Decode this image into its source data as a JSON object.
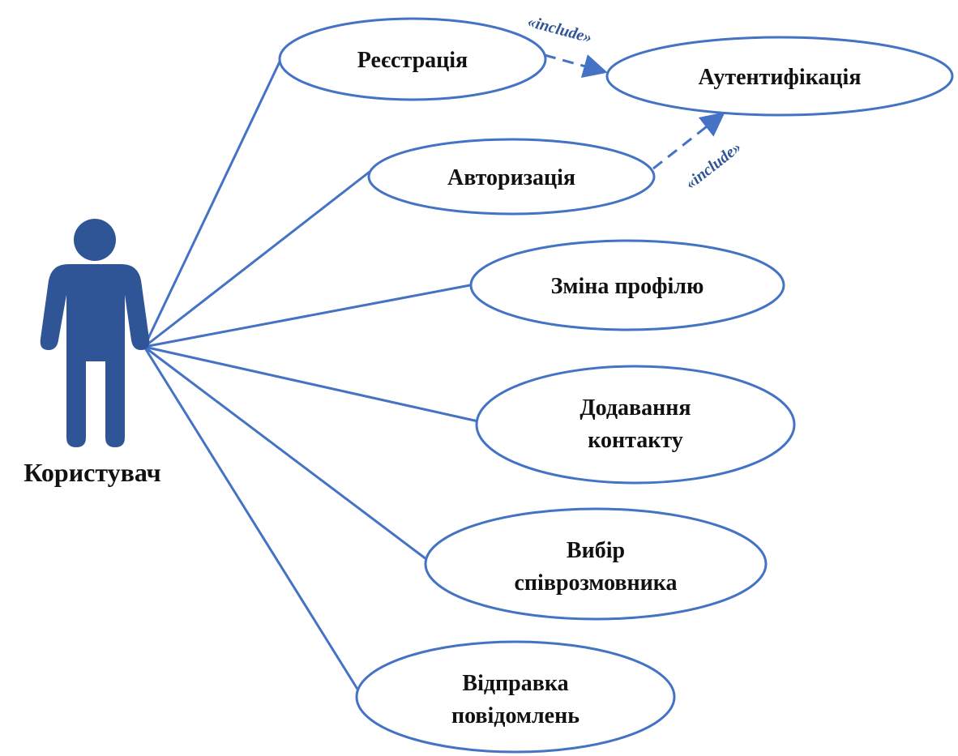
{
  "actor": {
    "label": "Користувач",
    "icon": "person-icon",
    "color": "#2f5597"
  },
  "use_cases": [
    {
      "id": "registration",
      "label_lines": [
        "Реєстрація"
      ]
    },
    {
      "id": "authentication",
      "label_lines": [
        "Аутентифікація"
      ]
    },
    {
      "id": "authorization",
      "label_lines": [
        "Авторизація"
      ]
    },
    {
      "id": "change-profile",
      "label_lines": [
        "Зміна профілю"
      ]
    },
    {
      "id": "add-contact",
      "label_lines": [
        "Додавання",
        "контакту"
      ]
    },
    {
      "id": "choose-interlocutor",
      "label_lines": [
        "Вибір",
        "співрозмовника"
      ]
    },
    {
      "id": "send-messages",
      "label_lines": [
        "Відправка",
        "повідомлень"
      ]
    }
  ],
  "associations": [
    "registration",
    "authorization",
    "change-profile",
    "add-contact",
    "choose-interlocutor",
    "send-messages"
  ],
  "includes": [
    {
      "from": "registration",
      "to": "authentication",
      "label": "«include»"
    },
    {
      "from": "authorization",
      "to": "authentication",
      "label": "«include»"
    }
  ],
  "colors": {
    "line": "#4472c4",
    "actor": "#2f5597",
    "stereotype": "#2f5597"
  }
}
